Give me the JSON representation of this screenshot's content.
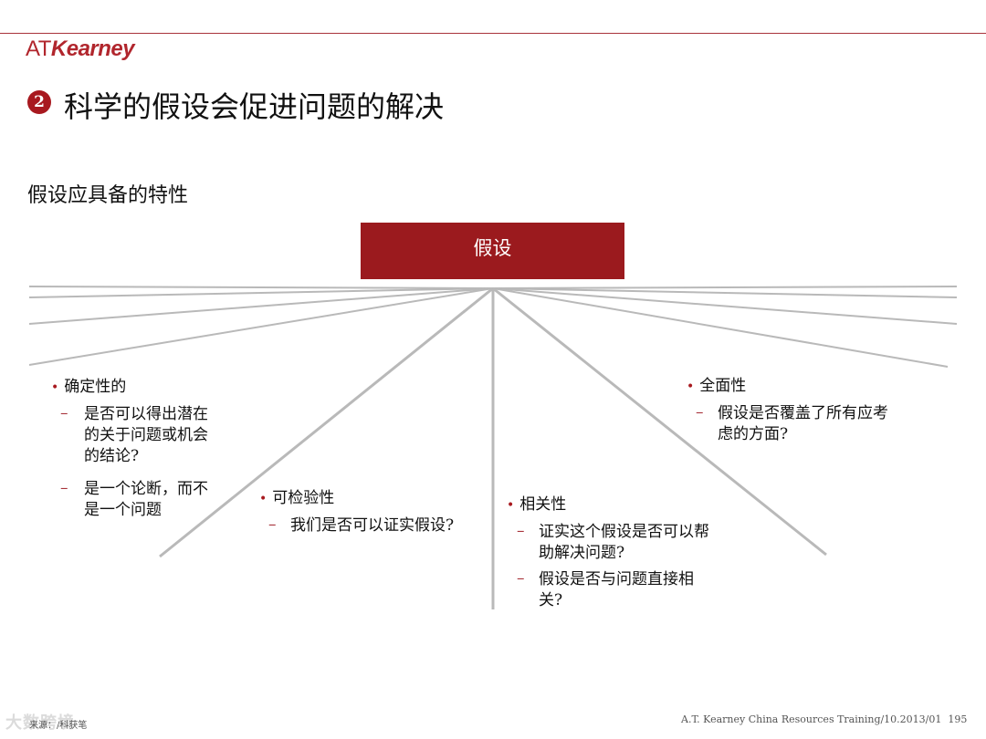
{
  "header": {
    "logo_at": "AT",
    "logo_kearney": "Kearney"
  },
  "title": {
    "number": "2",
    "text": "科学的假设会促进问题的解决"
  },
  "subtitle": "假设应具备的特性",
  "center_box": "假设",
  "properties": [
    {
      "label": "确定性的",
      "items": [
        "是否可以得出潜在的关于问题或机会的结论?",
        "是一个论断，而不是一个问题"
      ]
    },
    {
      "label": "可检验性",
      "items": [
        "我们是否可以证实假设?"
      ]
    },
    {
      "label": "相关性",
      "items": [
        "证实这个假设是否可以帮助解决问题?",
        "假设是否与问题直接相关?"
      ]
    },
    {
      "label": "全面性",
      "items": [
        "假设是否覆盖了所有应考虑的方面?"
      ]
    }
  ],
  "footer": {
    "credit": "A.T. Kearney  China Resources  Training/10.2013/01",
    "page": "195"
  },
  "source": "来源：/科获笔",
  "watermark": "大数跨境",
  "colors": {
    "accent": "#9b1a1e",
    "line": "#b9b9b9"
  }
}
